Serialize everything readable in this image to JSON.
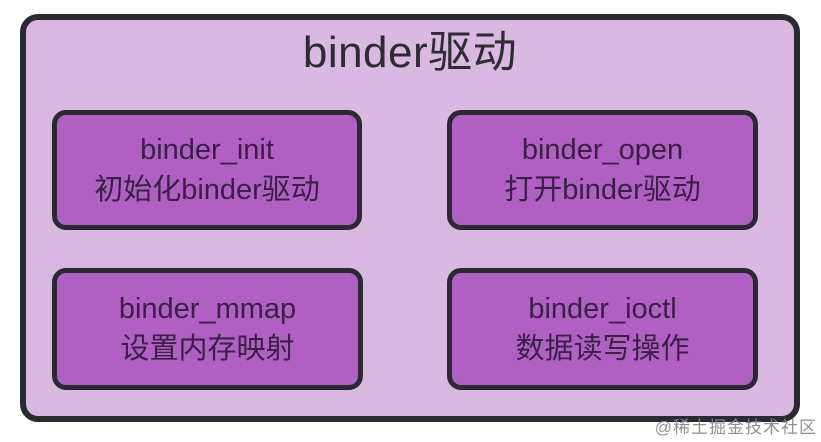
{
  "title": "binder驱动",
  "nodes": [
    {
      "function": "binder_init",
      "description": "初始化binder驱动"
    },
    {
      "function": "binder_open",
      "description": "打开binder驱动"
    },
    {
      "function": "binder_mmap",
      "description": "设置内存映射"
    },
    {
      "function": "binder_ioctl",
      "description": "数据读写操作"
    }
  ],
  "watermark": "@稀土掘金技术社区",
  "colors": {
    "page_bg": "#ffffff",
    "outer_fill": "#d9b8e2",
    "node_fill": "#b060c3",
    "border": "#2b2a30",
    "title_text": "#2d2c32",
    "node_text": "#3a2144",
    "watermark_text": "#8b8b8b"
  }
}
